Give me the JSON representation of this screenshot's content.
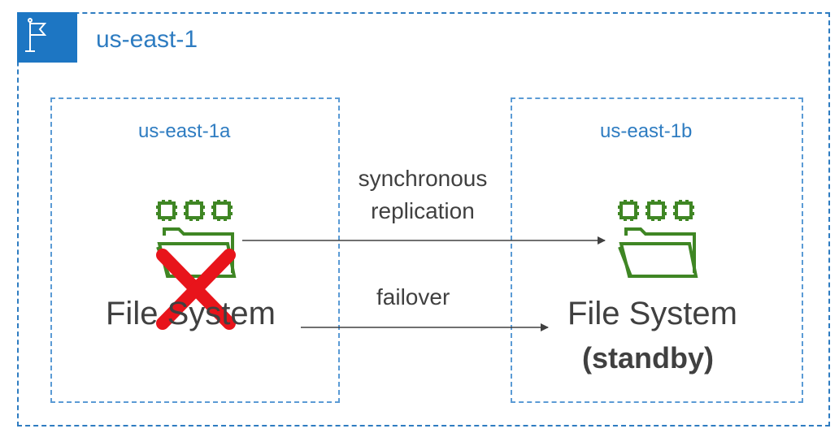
{
  "region": {
    "label": "us-east-1",
    "icon": "flag-icon"
  },
  "zones": [
    {
      "label": "us-east-1a"
    },
    {
      "label": "us-east-1b"
    }
  ],
  "primary": {
    "label": "File System",
    "status_icon": "failed-x-icon"
  },
  "standby": {
    "label": "File System",
    "sublabel": "(standby)"
  },
  "edges": {
    "sync_line1": "synchronous",
    "sync_line2": "replication",
    "failover": "failover"
  },
  "colors": {
    "region_blue": "#1D76C3",
    "zone_border": "#5B9BD5",
    "icon_green": "#3F8624",
    "fail_red": "#E8141B",
    "text": "#404040"
  }
}
